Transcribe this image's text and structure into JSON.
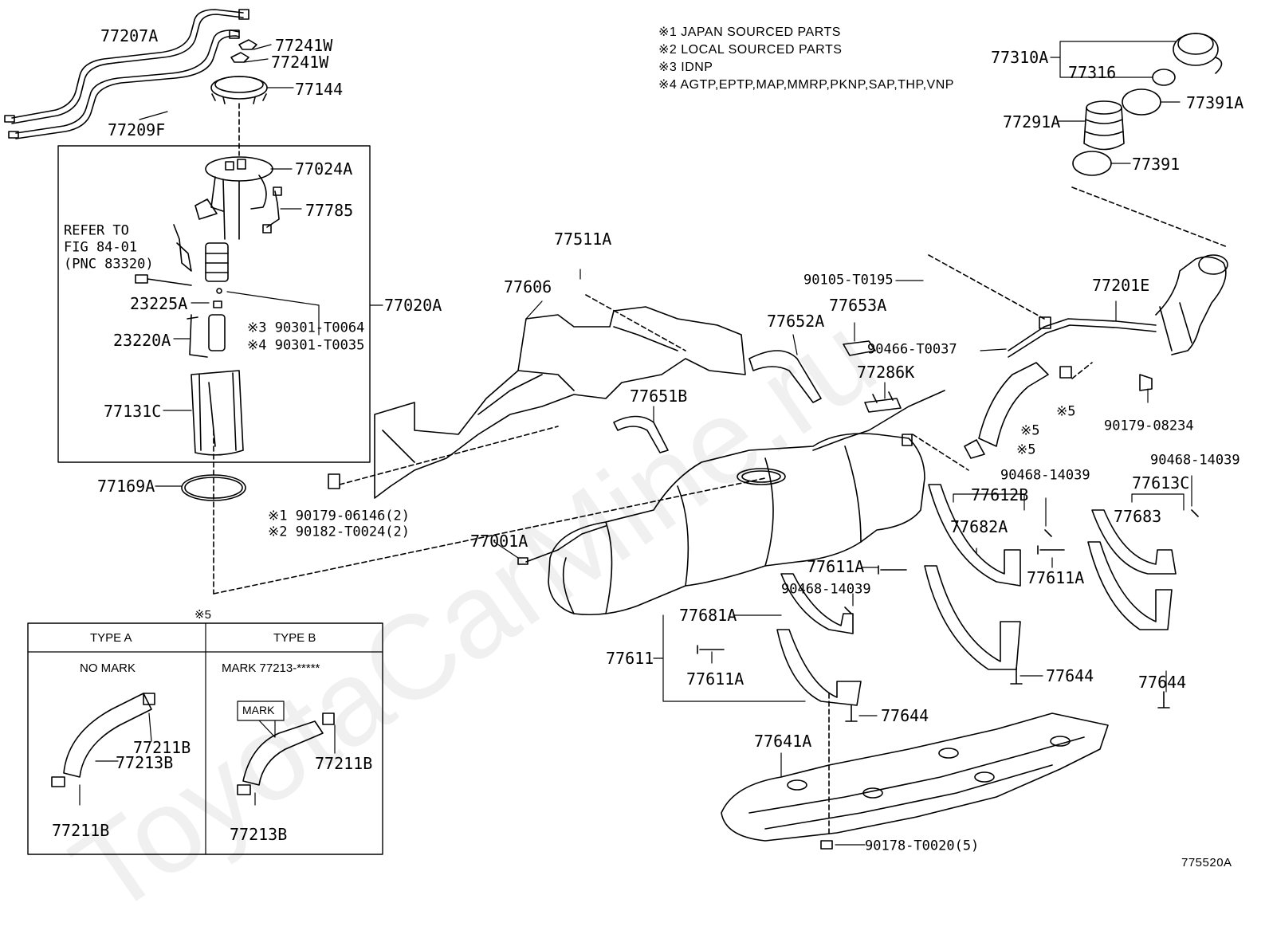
{
  "notes": {
    "n1": "※1 JAPAN SOURCED PARTS",
    "n2": "※2 LOCAL SOURCED PARTS",
    "n3": "※3 IDNP",
    "n4": "※4 AGTP,EPTP,MAP,MMRP,PKNP,SAP,THP,VNP"
  },
  "refer": {
    "l1": "REFER TO",
    "l2": "FIG 84-01",
    "l3": "(PNC 83320)"
  },
  "legend": {
    "marker": "※5",
    "type_a": "TYPE A",
    "type_b": "TYPE B",
    "no_mark": "NO MARK",
    "mark_pn": "MARK 77213-*****",
    "mark_tag": "MARK"
  },
  "watermark": "ToyotaCarMine.ru",
  "figure_id": "775520A",
  "parts": [
    "77207A",
    "77209F",
    "77241W",
    "77241W",
    "77144",
    "77024A",
    "77785",
    "23225A",
    "23220A",
    "※3 90301-T0064",
    "※4 90301-T0035",
    "77020A",
    "77131C",
    "77169A",
    "※1 90179-06146(2)",
    "※2 90182-T0024(2)",
    "77511A",
    "77606",
    "77652A",
    "77653A",
    "77286K",
    "77651B",
    "90105-T0195",
    "90466-T0037",
    "77201E",
    "90179-08234",
    "※5",
    "※5",
    "※5",
    "77310A",
    "77316",
    "77391A",
    "77291A",
    "77391",
    "77001A",
    "77612B",
    "90468-14039",
    "77682A",
    "77613C",
    "90468-14039",
    "77683",
    "77611A",
    "77611A",
    "90468-14039",
    "77681A",
    "77611",
    "77611A",
    "77644",
    "77644",
    "77644",
    "77641A",
    "90178-T0020(5)",
    "77213B",
    "77211B",
    "77211B",
    "77211B",
    "77213B",
    "77211B"
  ]
}
